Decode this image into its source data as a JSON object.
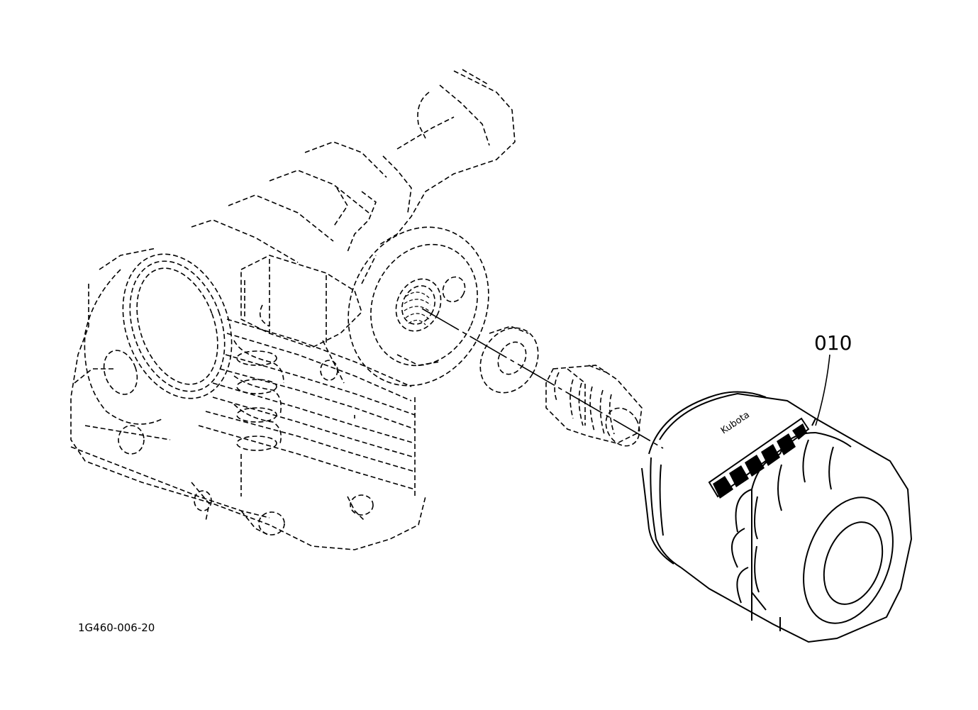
{
  "diagram": {
    "part_callout": "010",
    "drawing_code": "1G460-006-20",
    "filter_brand_text": "Kubota"
  },
  "colors": {
    "ink": "#000000",
    "paper": "#ffffff"
  }
}
